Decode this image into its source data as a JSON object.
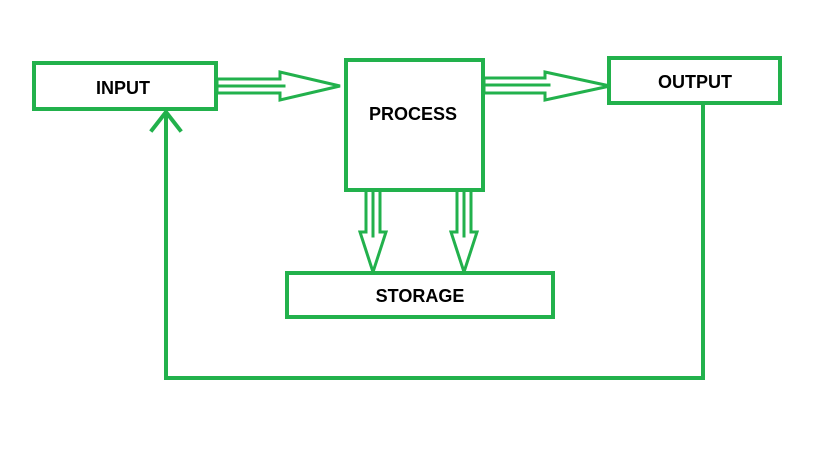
{
  "colors": {
    "stroke": "#22b14c",
    "text": "#000000",
    "background": "#ffffff"
  },
  "nodes": {
    "input": "INPUT",
    "process": "PROCESS",
    "output": "OUTPUT",
    "storage": "STORAGE"
  }
}
